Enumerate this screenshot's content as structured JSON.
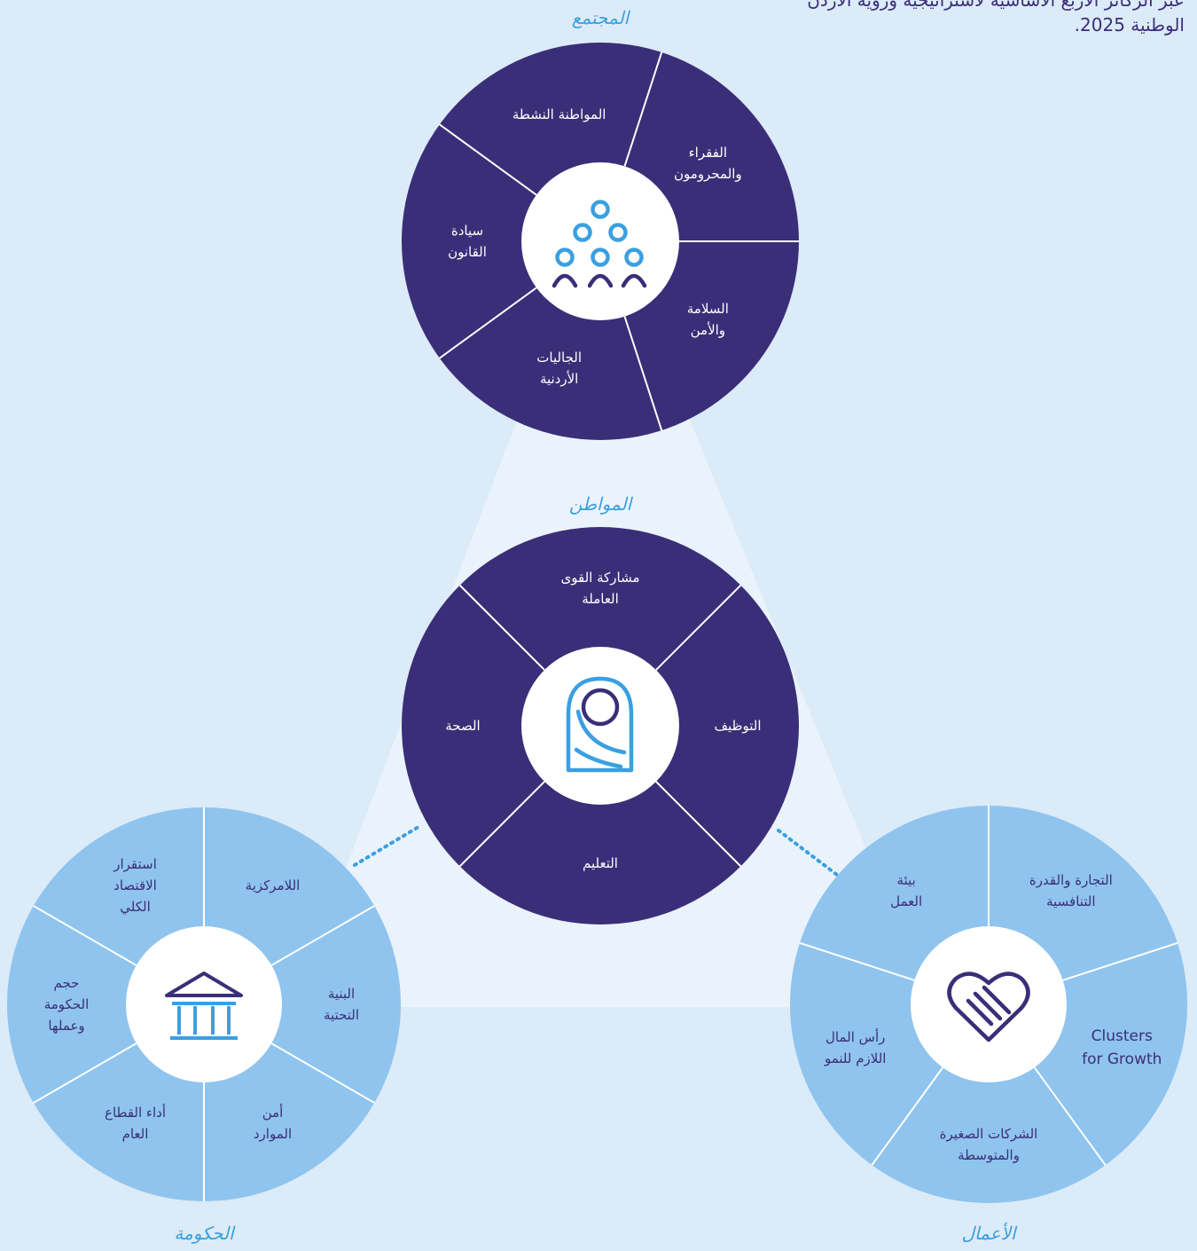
{
  "intro": {
    "line1": "عبر الركائز الأربع الأساسية لاستراتيجية ورؤية الأردن",
    "line2": "الوطنية 2025."
  },
  "colors": {
    "background": "#dcebf8",
    "triangle": "#eaf3fc",
    "dark_wheel": "#3b2e78",
    "light_wheel": "#8fc4ee",
    "accent": "#3aa0e0"
  },
  "groups": {
    "society": {
      "title": "المجتمع",
      "icon": "people-pyramid-icon",
      "segments": [
        [
          "الفقراء",
          "والمحرومون"
        ],
        [
          "السلامة",
          "والأمن"
        ],
        [
          "الجاليات",
          "الأردنية"
        ],
        [
          "سيادة",
          "القانون"
        ],
        [
          "المواطنة النشطة"
        ]
      ]
    },
    "citizen": {
      "title": "المواطن",
      "icon": "veiled-person-icon",
      "segments": [
        [
          "مشاركة القوى",
          "العاملة"
        ],
        [
          "التوظيف"
        ],
        [
          "التعليم"
        ],
        [
          "الصحة"
        ]
      ]
    },
    "government": {
      "title": "الحكومة",
      "icon": "government-building-icon",
      "segments": [
        [
          "اللامركزية"
        ],
        [
          "البنية",
          "التحتية"
        ],
        [
          "أمن",
          "الموارد"
        ],
        [
          "أداء القطاع",
          "العام"
        ],
        [
          "حجم",
          "الحكومة",
          "وعملها"
        ],
        [
          "استقرار",
          "الاقتصاد",
          "الكلي"
        ]
      ]
    },
    "business": {
      "title": "الأعمال",
      "icon": "handshake-heart-icon",
      "segments": [
        [
          "التجارة والقدرة",
          "التنافسية"
        ],
        [
          "Clusters",
          "for Growth"
        ],
        [
          "الشركات الصغيرة",
          "والمتوسطة"
        ],
        [
          "رأس المال",
          "اللازم للنمو"
        ],
        [
          "بيئة",
          "العمل"
        ]
      ]
    }
  }
}
